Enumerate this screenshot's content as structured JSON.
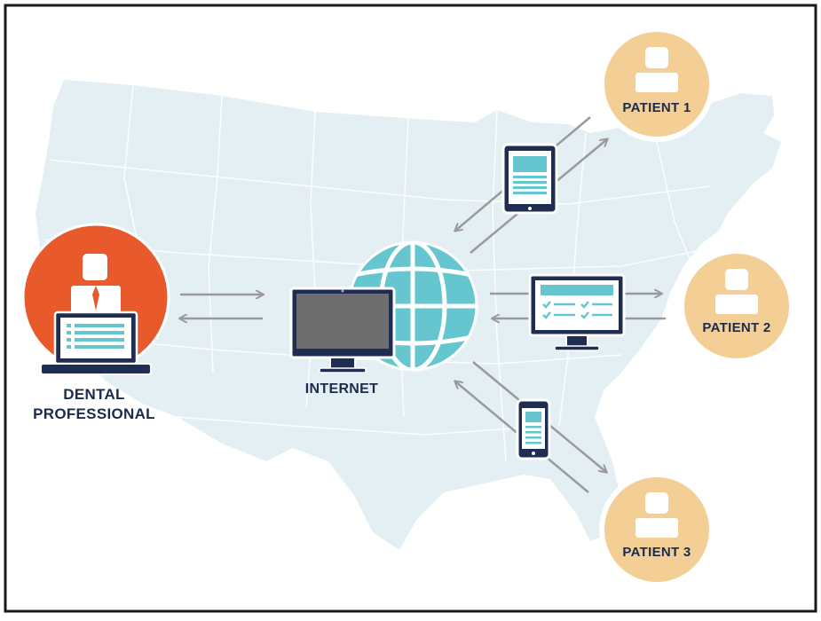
{
  "nodes": {
    "dental_professional": {
      "label_line1": "DENTAL",
      "label_line2": "PROFESSIONAL"
    },
    "internet": {
      "label": "INTERNET"
    },
    "patient_1": {
      "label": "PATIENT 1"
    },
    "patient_2": {
      "label": "PATIENT 2"
    },
    "patient_3": {
      "label": "PATIENT 3"
    }
  },
  "colors": {
    "frame": "#1a1a1a",
    "map": "#e4eff4",
    "navy": "#1f2d52",
    "teal": "#66c6cf",
    "orange": "#e85a2b",
    "patient_fill": "#f3cf96",
    "patient_ring": "#ffffff",
    "arrow": "#9a9a9a"
  },
  "icons": [
    "person-icon",
    "laptop-icon",
    "monitor-icon",
    "globe-icon",
    "tablet-icon",
    "phone-icon",
    "arrow-icon"
  ]
}
